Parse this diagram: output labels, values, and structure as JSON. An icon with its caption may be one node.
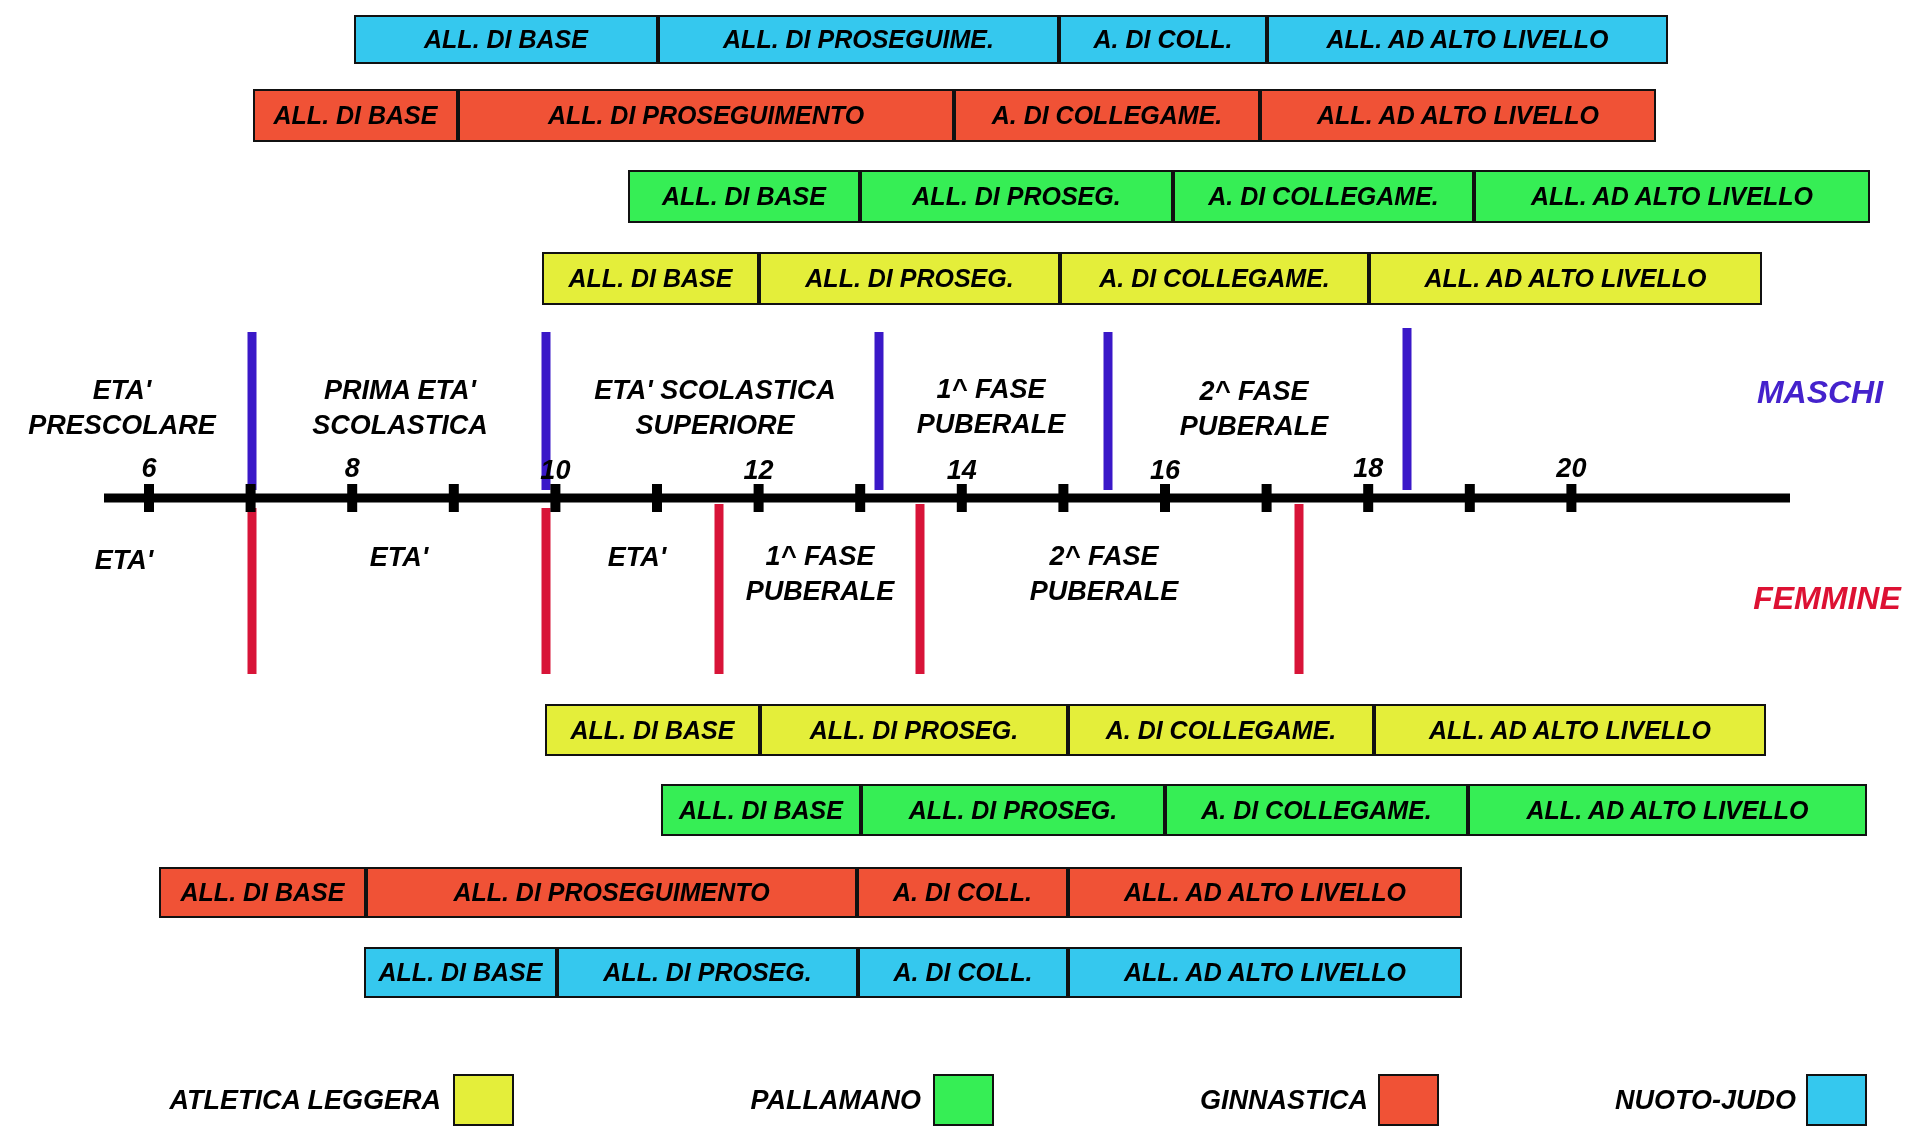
{
  "diagram": {
    "nodes": [
      {
        "text": [
          "ALL. DI BASE"
        ]
      },
      {
        "text": [
          "ALL. DI PROSEGUIME."
        ]
      },
      {
        "text": [
          "A. DI COLL."
        ]
      },
      {
        "text": [
          "ALL. AD ALTO LIVELLO"
        ]
      },
      {
        "text": [
          "ALL. DI BASE"
        ]
      },
      {
        "text": [
          "ALL. DI PROSEGUIMENTO"
        ]
      },
      {
        "text": [
          "A. DI COLLEGAME."
        ]
      },
      {
        "text": [
          "ALL. AD ALTO LIVELLO"
        ]
      },
      {
        "text": [
          "ALL. DI BASE"
        ]
      },
      {
        "text": [
          "ALL. DI PROSEG."
        ]
      },
      {
        "text": [
          "A. DI COLLEGAME."
        ]
      },
      {
        "text": [
          "ALL. AD ALTO LIVELLO"
        ]
      },
      {
        "text": [
          "ALL. DI BASE"
        ]
      },
      {
        "text": [
          "ALL. DI PROSEG."
        ]
      },
      {
        "text": [
          "A. DI COLLEGAME."
        ]
      },
      {
        "text": [
          "ALL. AD ALTO LIVELLO"
        ]
      },
      {
        "text": [
          "ALL. DI BASE"
        ]
      },
      {
        "text": [
          "ALL. DI PROSEG."
        ]
      },
      {
        "text": [
          "A. DI COLLEGAME."
        ]
      },
      {
        "text": [
          "ALL. AD ALTO LIVELLO"
        ]
      },
      {
        "text": [
          "ALL. DI BASE"
        ]
      },
      {
        "text": [
          "ALL. DI PROSEG."
        ]
      },
      {
        "text": [
          "A. DI COLLEGAME."
        ]
      },
      {
        "text": [
          "ALL. AD ALTO LIVELLO"
        ]
      },
      {
        "text": [
          "ALL. DI BASE"
        ]
      },
      {
        "text": [
          "ALL. DI PROSEGUIMENTO"
        ]
      },
      {
        "text": [
          "A. DI COLL."
        ]
      },
      {
        "text": [
          "ALL. AD ALTO LIVELLO"
        ]
      },
      {
        "text": [
          "ALL. DI BASE"
        ]
      },
      {
        "text": [
          "ALL. DI PROSEG."
        ]
      },
      {
        "text": [
          "A. DI COLL."
        ]
      },
      {
        "text": [
          "ALL. AD ALTO LIVELLO"
        ]
      }
    ],
    "labels": [
      "ETA' PRESCOLARE",
      "PRIMA ETA' SCOLASTICA",
      "ETA' SCOLASTICA SUPERIORE",
      "1^ FASE PUBERALE",
      "2^ FASE PUBERALE",
      "MASCHI",
      "6",
      "8",
      "10",
      "12",
      "14",
      "16",
      "18",
      "20",
      "ETA'",
      "ETA'",
      "ETA'",
      "1^ FASE PUBERALE",
      "2^ FASE PUBERALE",
      "FEMMINE"
    ],
    "legend": [
      {
        "text": "ATLETICA LEGGERA",
        "color": "#e4ee3a"
      },
      {
        "text": "PALLAMANO",
        "color": "#36ee55"
      },
      {
        "text": "GINNASTICA",
        "color": "#f05236"
      },
      {
        "text": "NUOTO-JUDO",
        "color": "#35c8ee"
      }
    ]
  }
}
